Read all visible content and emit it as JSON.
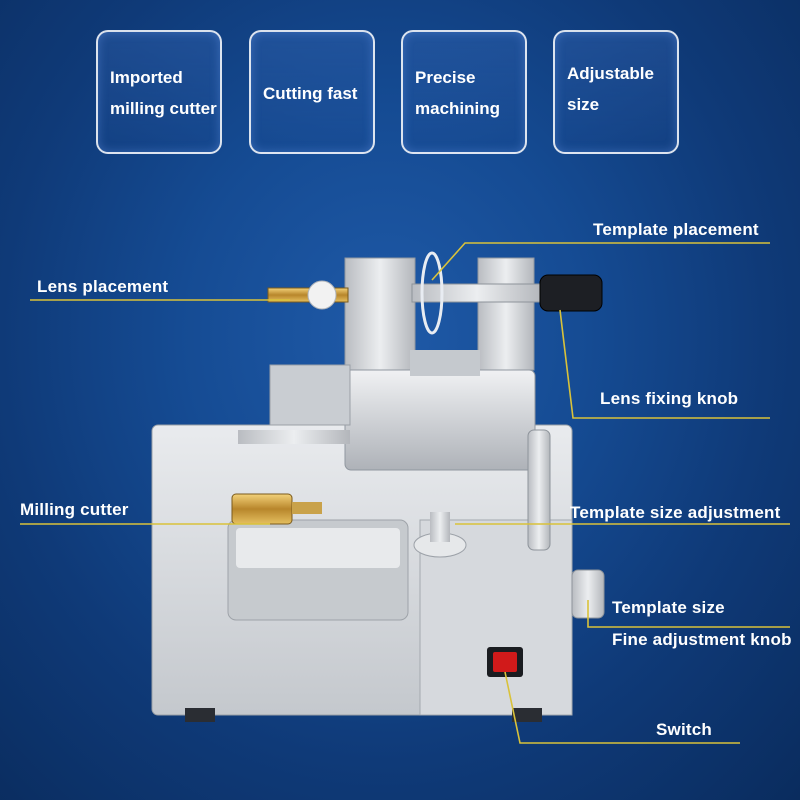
{
  "features": [
    {
      "lines": [
        "Imported",
        "milling cutter"
      ]
    },
    {
      "lines": [
        "Cutting fast"
      ]
    },
    {
      "lines": [
        "Precise",
        "machining"
      ]
    },
    {
      "lines": [
        "Adjustable",
        "size"
      ]
    }
  ],
  "callouts": {
    "template_placement": "Template placement",
    "lens_placement": "Lens placement",
    "lens_fixing_knob": "Lens fixing knob",
    "milling_cutter": "Milling cutter",
    "template_size_adjustment": "Template size adjustment",
    "template_size": "Template size",
    "fine_adjustment_knob": "Fine adjustment knob",
    "switch": "Switch"
  },
  "colors": {
    "background": "#154b93",
    "callout_line": "#d9c23a",
    "machine_body": "#d9dbde",
    "switch_red": "#d11a1a"
  }
}
